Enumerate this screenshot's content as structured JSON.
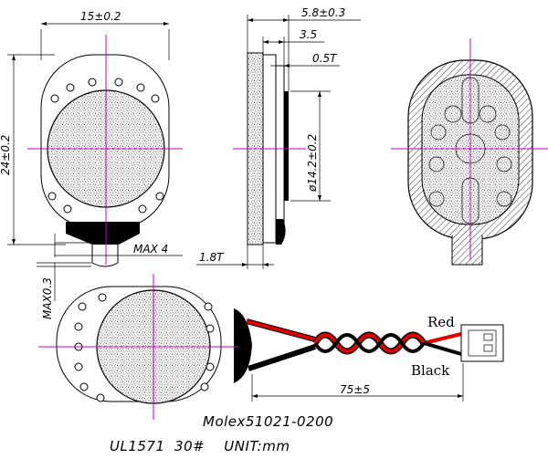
{
  "dimensions": {
    "width": "15±0.2",
    "height": "24±0.2",
    "depth_total": "5.8±0.3",
    "depth_body": "3.5",
    "thickness_cone": "0.5T",
    "diameter": "ø14.2±0.2",
    "max_tab": "MAX 4",
    "frame_thickness": "1.8T",
    "max_height": "MAX0.3",
    "cable_length": "75±5"
  },
  "wires": {
    "red_label": "Red",
    "black_label": "Black"
  },
  "caption": {
    "connector": "Molex51021-0200",
    "spec": "UL1571  30#    UNIT:mm"
  },
  "colors": {
    "centerline": "#c000c0",
    "wire_red": "#e00000",
    "wire_black": "#000000"
  }
}
